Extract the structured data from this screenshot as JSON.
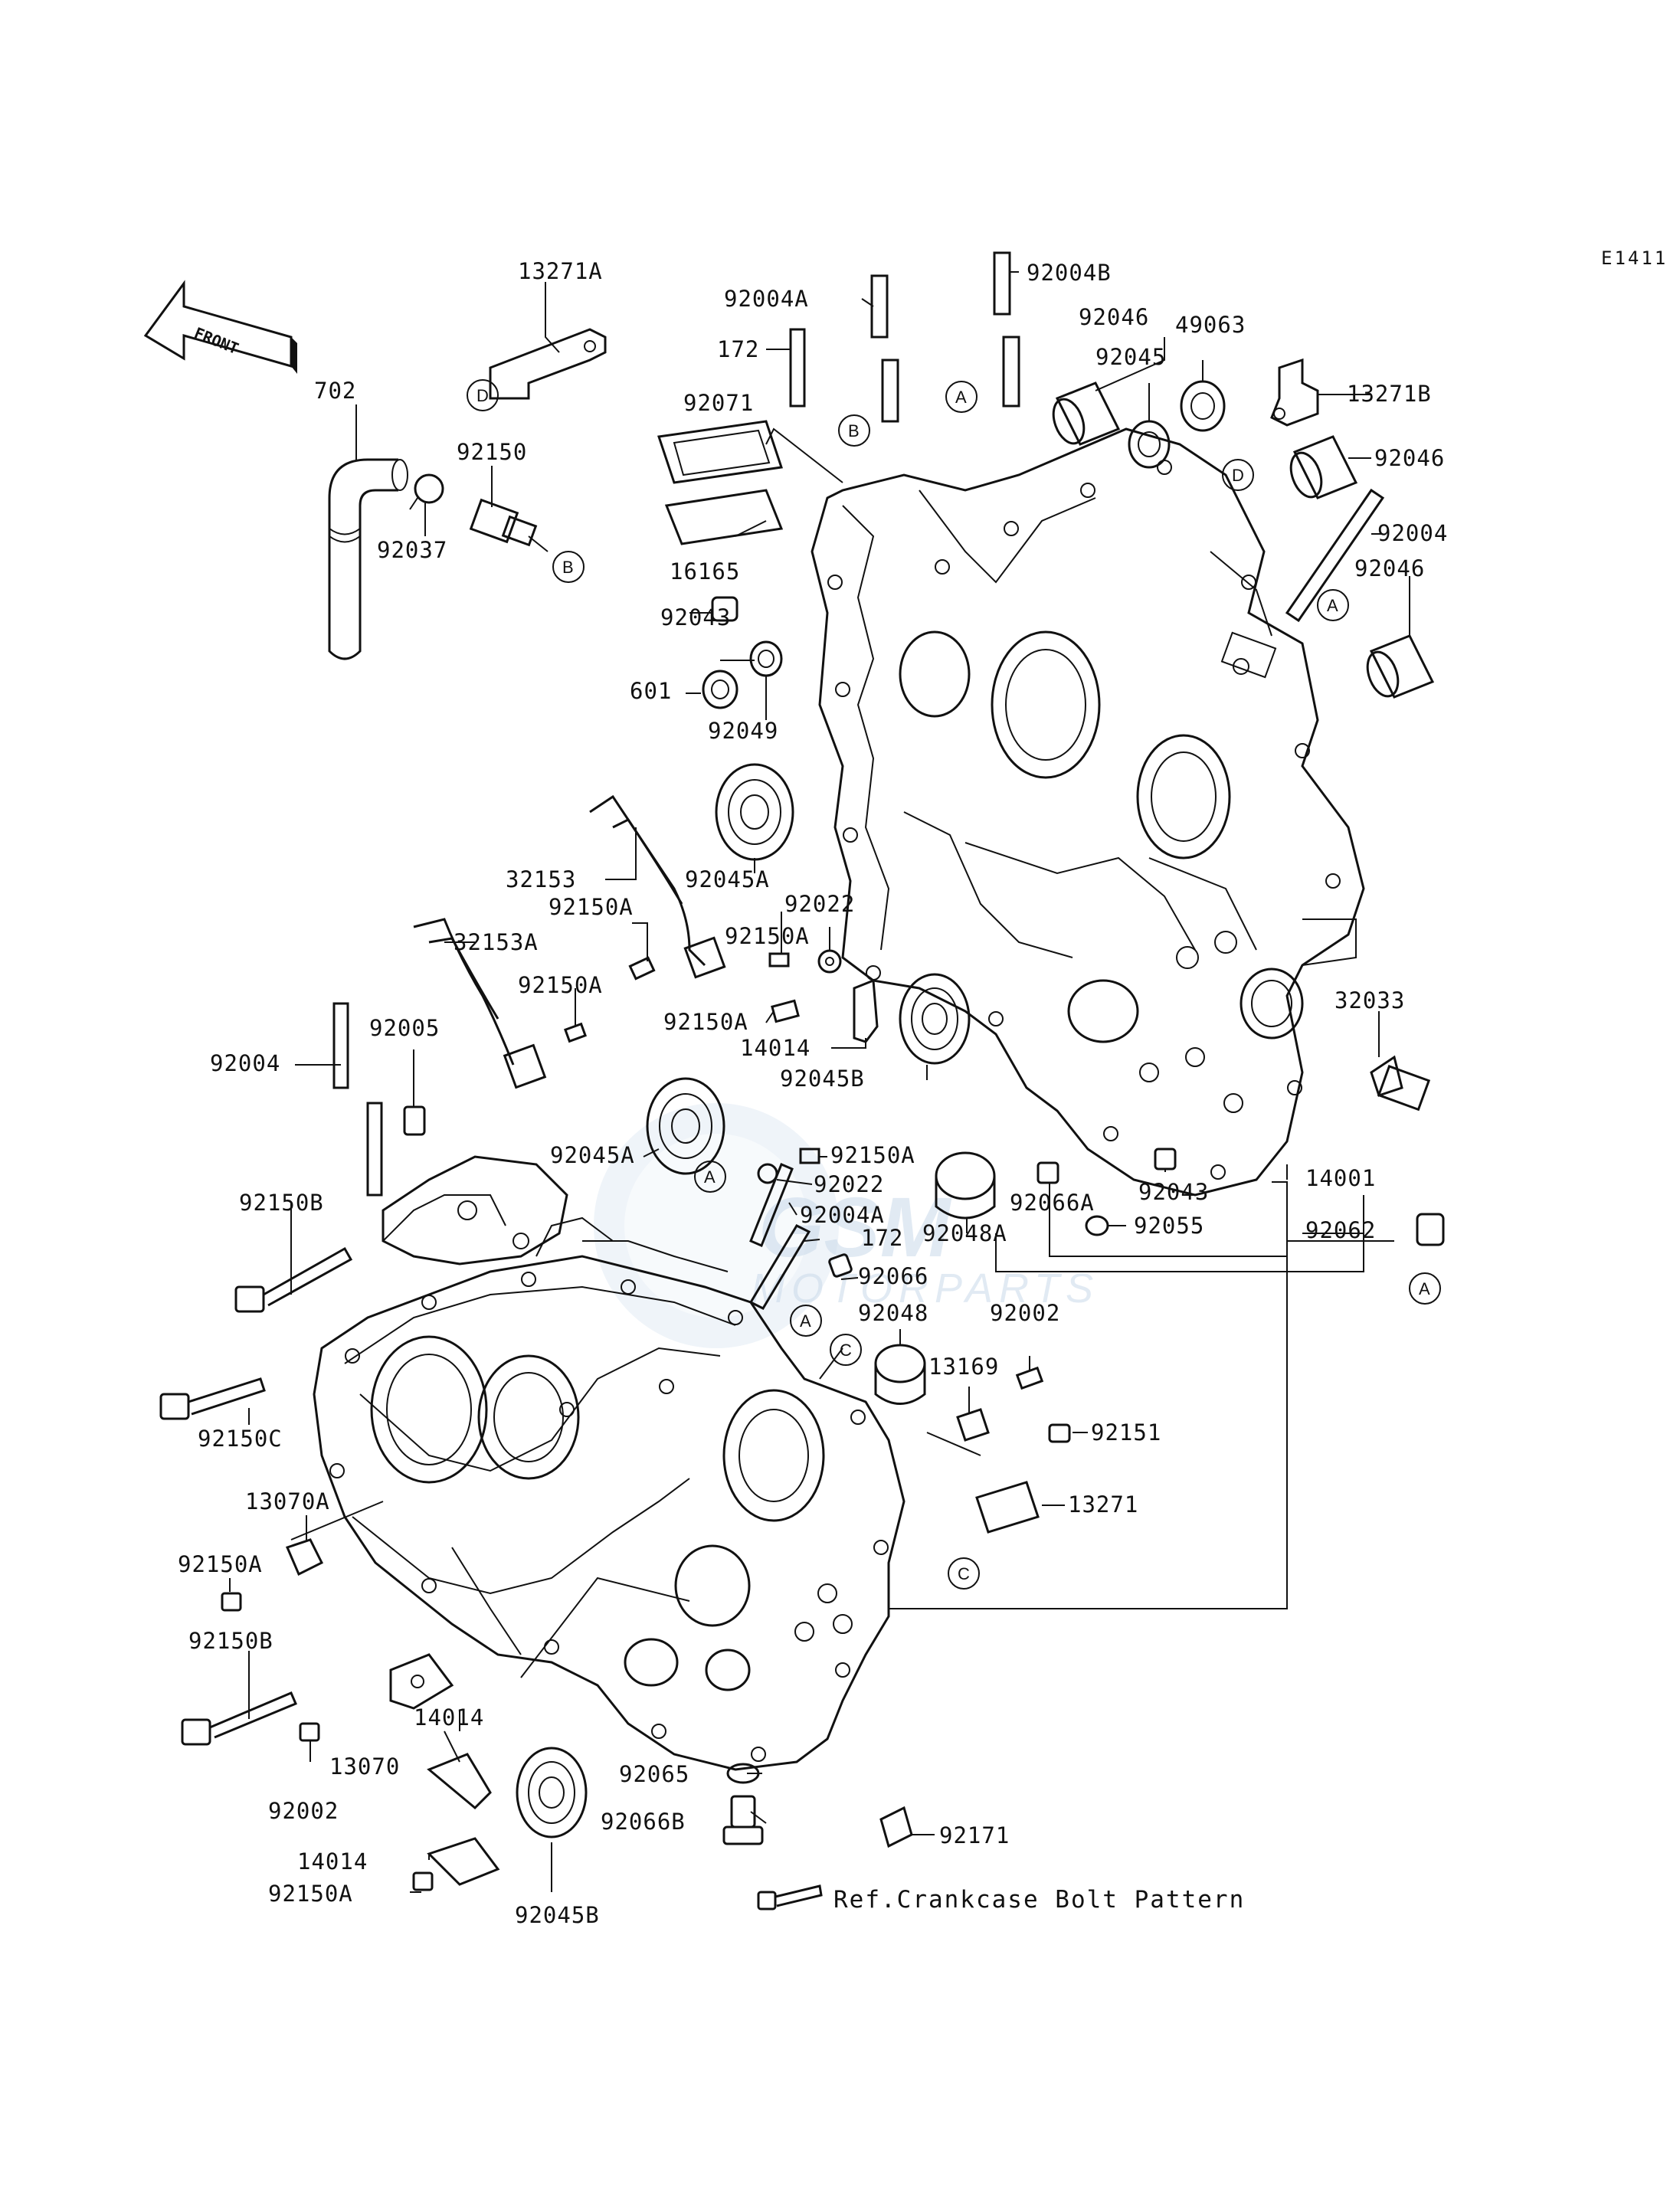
{
  "diagram_code": "E1411",
  "front_arrow_label": "FRONT",
  "watermark": {
    "brand": "GSM",
    "tagline": "MOTORPARTS"
  },
  "reference_note": "Ref.Crankcase Bolt Pattern",
  "callout_markers": [
    "A",
    "B",
    "C",
    "D"
  ],
  "part_labels": [
    {
      "id": "p01",
      "text": "13271A"
    },
    {
      "id": "p02",
      "text": "702"
    },
    {
      "id": "p03",
      "text": "92150"
    },
    {
      "id": "p04",
      "text": "92037"
    },
    {
      "id": "p05",
      "text": "92004A"
    },
    {
      "id": "p06",
      "text": "92004B"
    },
    {
      "id": "p07",
      "text": "172"
    },
    {
      "id": "p08",
      "text": "92046"
    },
    {
      "id": "p09",
      "text": "49063"
    },
    {
      "id": "p10",
      "text": "92045"
    },
    {
      "id": "p11",
      "text": "13271B"
    },
    {
      "id": "p12",
      "text": "92071"
    },
    {
      "id": "p13",
      "text": "92046"
    },
    {
      "id": "p14",
      "text": "16165"
    },
    {
      "id": "p15",
      "text": "92004"
    },
    {
      "id": "p16",
      "text": "92046"
    },
    {
      "id": "p17",
      "text": "92043"
    },
    {
      "id": "p18",
      "text": "601"
    },
    {
      "id": "p19",
      "text": "92049"
    },
    {
      "id": "p20",
      "text": "32153"
    },
    {
      "id": "p21",
      "text": "92045A"
    },
    {
      "id": "p22",
      "text": "92150A"
    },
    {
      "id": "p23",
      "text": "92022"
    },
    {
      "id": "p24",
      "text": "32153A"
    },
    {
      "id": "p25",
      "text": "92150A"
    },
    {
      "id": "p26",
      "text": "92150A"
    },
    {
      "id": "p27",
      "text": "92150A"
    },
    {
      "id": "p28",
      "text": "14014"
    },
    {
      "id": "p29",
      "text": "32033"
    },
    {
      "id": "p30",
      "text": "92004"
    },
    {
      "id": "p31",
      "text": "92005"
    },
    {
      "id": "p32",
      "text": "92045B"
    },
    {
      "id": "p33",
      "text": "92150A"
    },
    {
      "id": "p34",
      "text": "92045A"
    },
    {
      "id": "p35",
      "text": "92022"
    },
    {
      "id": "p36",
      "text": "14001"
    },
    {
      "id": "p37",
      "text": "92150B"
    },
    {
      "id": "p38",
      "text": "92004A"
    },
    {
      "id": "p39",
      "text": "92066A"
    },
    {
      "id": "p40",
      "text": "92043"
    },
    {
      "id": "p41",
      "text": "92055"
    },
    {
      "id": "p42",
      "text": "172"
    },
    {
      "id": "p43",
      "text": "92048A"
    },
    {
      "id": "p44",
      "text": "92062"
    },
    {
      "id": "p45",
      "text": "92066"
    },
    {
      "id": "p46",
      "text": "92048"
    },
    {
      "id": "p47",
      "text": "92002"
    },
    {
      "id": "p48",
      "text": "13169"
    },
    {
      "id": "p49",
      "text": "92150C"
    },
    {
      "id": "p50",
      "text": "92151"
    },
    {
      "id": "p51",
      "text": "13070A"
    },
    {
      "id": "p52",
      "text": "13271"
    },
    {
      "id": "p53",
      "text": "92150A"
    },
    {
      "id": "p54",
      "text": "92150B"
    },
    {
      "id": "p55",
      "text": "14014"
    },
    {
      "id": "p56",
      "text": "13070"
    },
    {
      "id": "p57",
      "text": "92065"
    },
    {
      "id": "p58",
      "text": "92002"
    },
    {
      "id": "p59",
      "text": "92066B"
    },
    {
      "id": "p60",
      "text": "92171"
    },
    {
      "id": "p61",
      "text": "14014"
    },
    {
      "id": "p62",
      "text": "92045B"
    },
    {
      "id": "p63",
      "text": "92150A"
    }
  ],
  "markers": [
    {
      "id": "m01",
      "letter": "D"
    },
    {
      "id": "m02",
      "letter": "B"
    },
    {
      "id": "m03",
      "letter": "B"
    },
    {
      "id": "m04",
      "letter": "A"
    },
    {
      "id": "m05",
      "letter": "D"
    },
    {
      "id": "m06",
      "letter": "A"
    },
    {
      "id": "m07",
      "letter": "A"
    },
    {
      "id": "m08",
      "letter": "A"
    },
    {
      "id": "m09",
      "letter": "A"
    },
    {
      "id": "m10",
      "letter": "C"
    },
    {
      "id": "m11",
      "letter": "C"
    }
  ]
}
